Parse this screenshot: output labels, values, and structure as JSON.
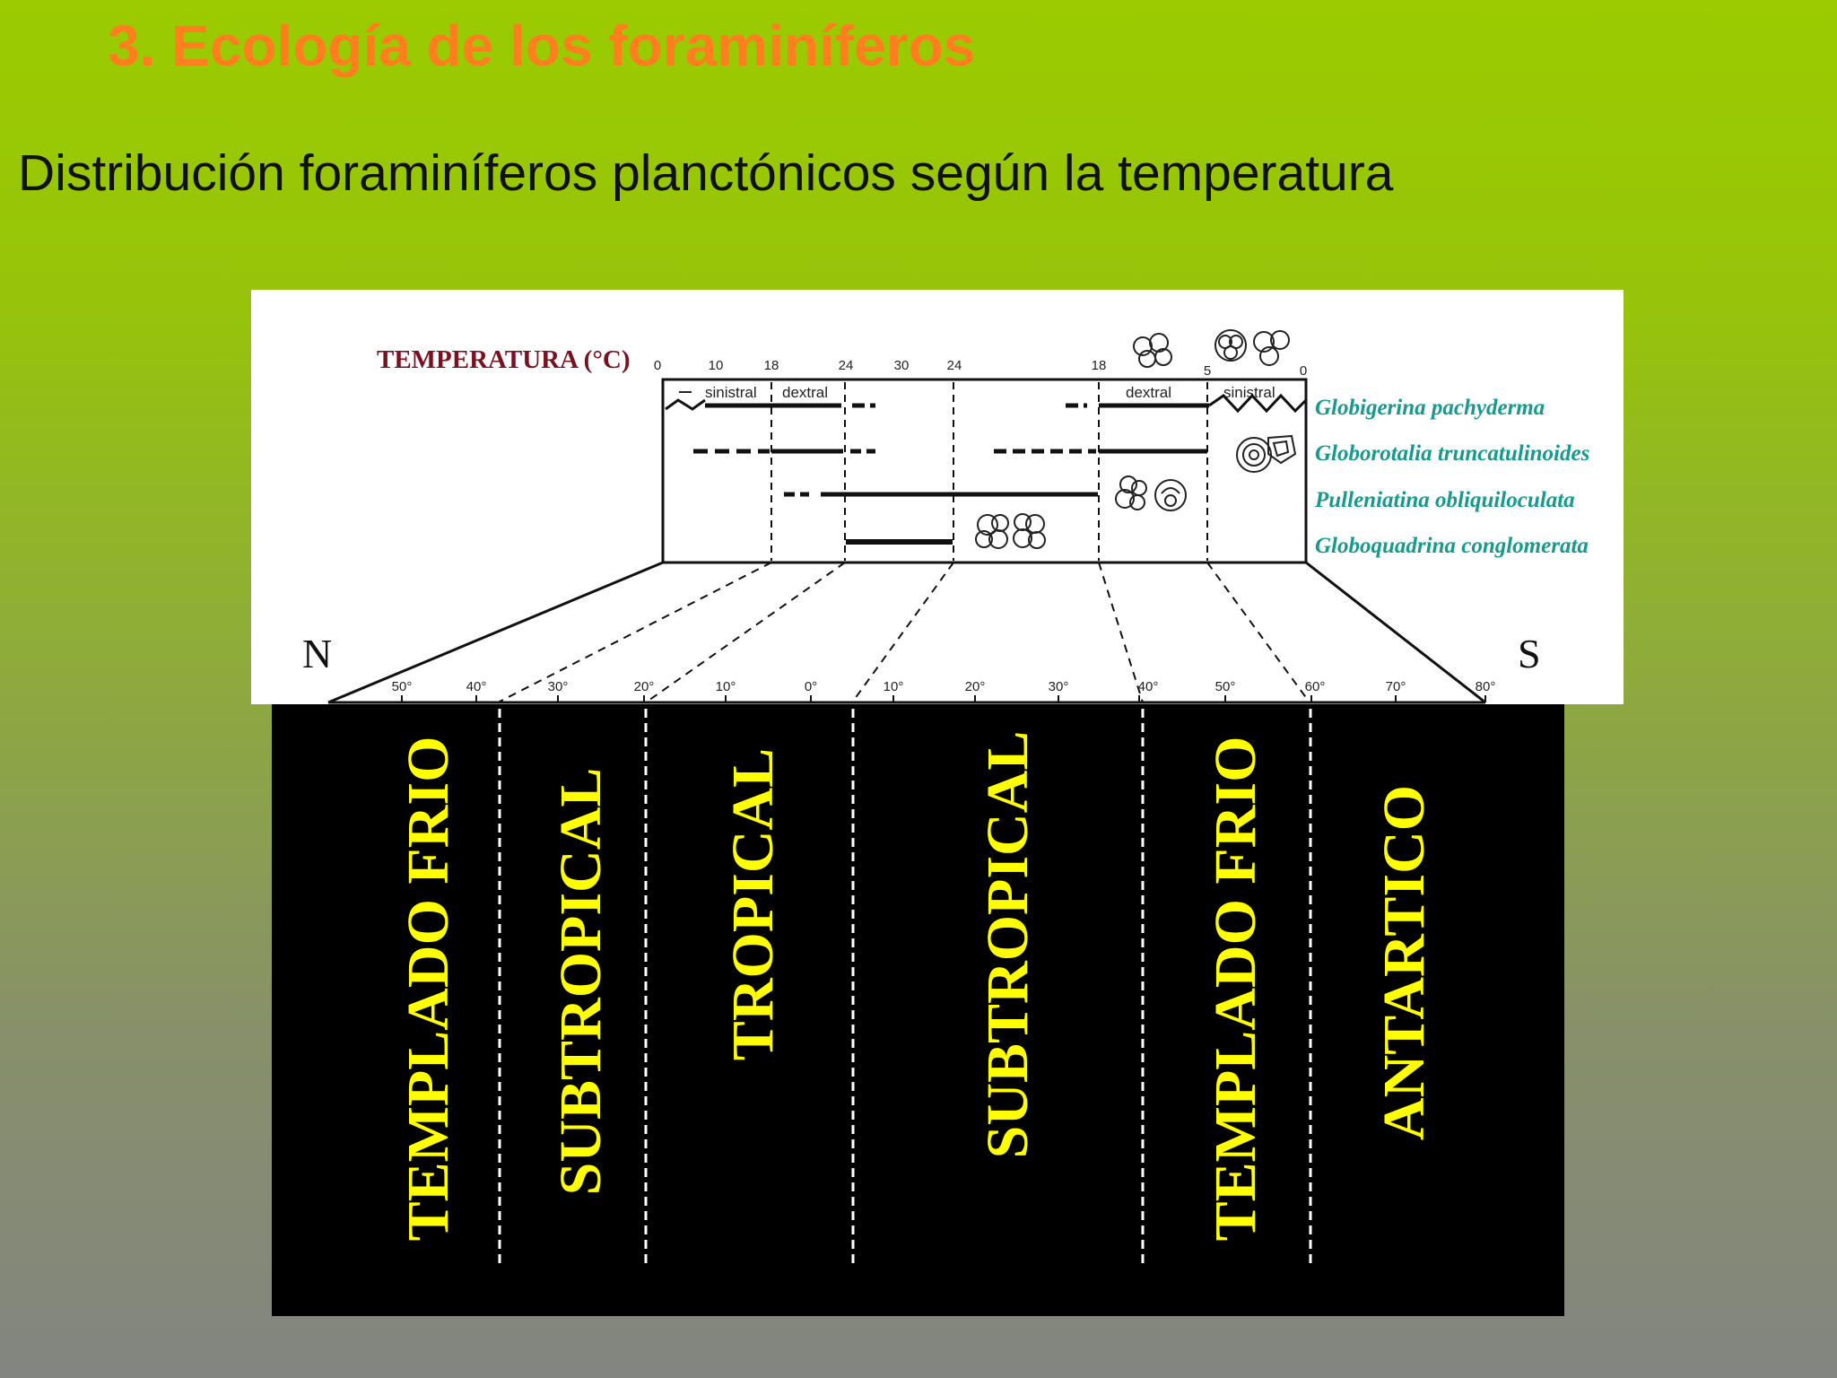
{
  "slide": {
    "title": "3. Ecología de los foraminíferos",
    "subtitle": "Distribución foraminíferos planctónicos según la temperatura"
  },
  "colors": {
    "title": "#ff7f1e",
    "background_top": "#9bcb00",
    "background_bottom": "#828580",
    "temp_label": "#7a1020",
    "species": "#169a8e",
    "zone_text": "#ffff00",
    "zone_panel": "#000000"
  },
  "diagram": {
    "temperature_label": "TEMPERATURA (°C)",
    "temperature_ticks": [
      "0",
      "10",
      "18",
      "24",
      "30",
      "24",
      "18",
      "5",
      "0"
    ],
    "coiling_labels": [
      "sinistral",
      "dextral",
      "dextral",
      "sinistral"
    ],
    "species": [
      "Globigerina pachyderma",
      "Globorotalia truncatulinoides",
      "Pulleniatina obliquiloculata",
      "Globoquadrina conglomerata"
    ],
    "north": "N",
    "south": "S",
    "latitude_ticks": [
      "50°",
      "40°",
      "30°",
      "20°",
      "10°",
      "0°",
      "10°",
      "20°",
      "30°",
      "40°",
      "50°",
      "60°",
      "70°",
      "80°"
    ]
  },
  "zones": [
    "TEMPLADO FRIO",
    "SUBTROPICAL",
    "TROPICAL",
    "SUBTROPICAL",
    "TEMPLADO FRIO",
    "ANTARTICO"
  ]
}
